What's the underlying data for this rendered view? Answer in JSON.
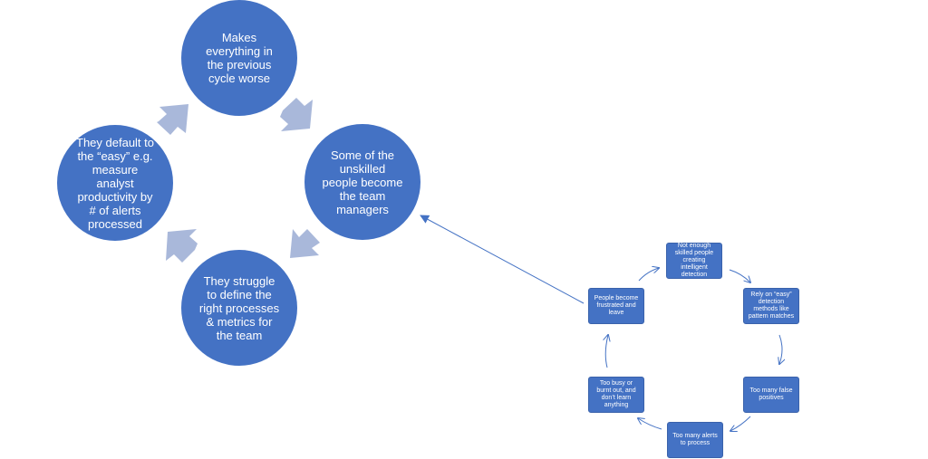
{
  "big_cycle": {
    "nodes": [
      "Makes everything in the previous cycle worse",
      "Some of the unskilled people become the team  managers",
      "They struggle to define the right processes & metrics for the team",
      "They default to the “easy” e.g. measure analyst productivity by # of alerts processed"
    ]
  },
  "small_cycle": {
    "nodes": [
      "Not enough skilled people creating intelligent detection",
      "Rely on “easy” detection methods like pattern matches",
      "Too many false positives",
      "Too many alerts to process",
      "Too busy or burnt out, and don’t learn anything",
      "People become frustrated and leave"
    ]
  },
  "colors": {
    "node_fill": "#4472C4",
    "node_text": "#FFFFFF",
    "fat_arrow": "#A9B8DA",
    "thin_arrow": "#4472C4"
  }
}
